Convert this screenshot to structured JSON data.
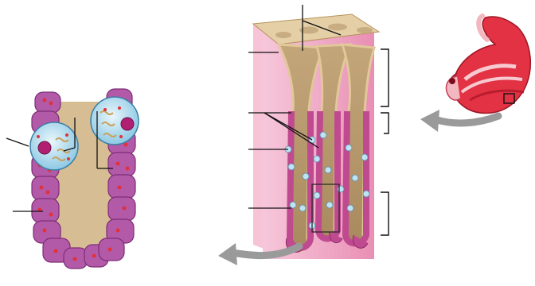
{
  "colors": {
    "stomach_wall": "#d8283a",
    "stomach_outer": "#f3b7bf",
    "mucosa_pink": "#f1a7c4",
    "tissue_tan": "#c9ad82",
    "gland_cell": "#b0408f",
    "parietal_cell": "#8ec9e4",
    "leader_line": "#111111",
    "arrow_gray": "#9a9a9a"
  },
  "icons": {
    "stomach": "stomach-illustration",
    "gastric_block": "gastric-mucosa-block",
    "gastric_gland": "gastric-gland-detail",
    "arrow_to_block": "curved-arrow-icon",
    "arrow_to_gland": "curved-arrow-icon"
  }
}
